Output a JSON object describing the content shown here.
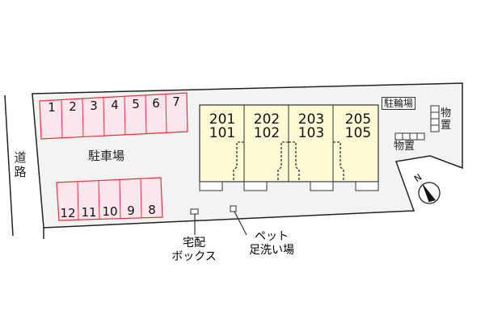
{
  "map": {
    "type": "site-layout",
    "road_label": "道路",
    "parking_label": "駐車場",
    "parking_stalls_top": [
      "1",
      "2",
      "3",
      "4",
      "5",
      "6",
      "7"
    ],
    "parking_stalls_bottom": [
      "12",
      "11",
      "10",
      "9",
      "8"
    ],
    "building_units": [
      {
        "upper": "201",
        "lower": "101"
      },
      {
        "upper": "202",
        "lower": "102"
      },
      {
        "upper": "203",
        "lower": "103"
      },
      {
        "upper": "205",
        "lower": "105"
      }
    ],
    "bike_parking_label": "駐輪場",
    "storage_label_vertical": "物置",
    "storage_label_horizontal": "物置",
    "delivery_box_label": [
      "宅配",
      "ボックス"
    ],
    "pet_wash_label": [
      "ペット",
      "足洗い場"
    ],
    "compass_label": "N",
    "colors": {
      "parking_fill": "#fde6ee",
      "parking_stroke": "#e8303a",
      "building_fill": "#fdfbd6",
      "site_fill": "#f3f3f3",
      "outline": "#222222"
    }
  }
}
